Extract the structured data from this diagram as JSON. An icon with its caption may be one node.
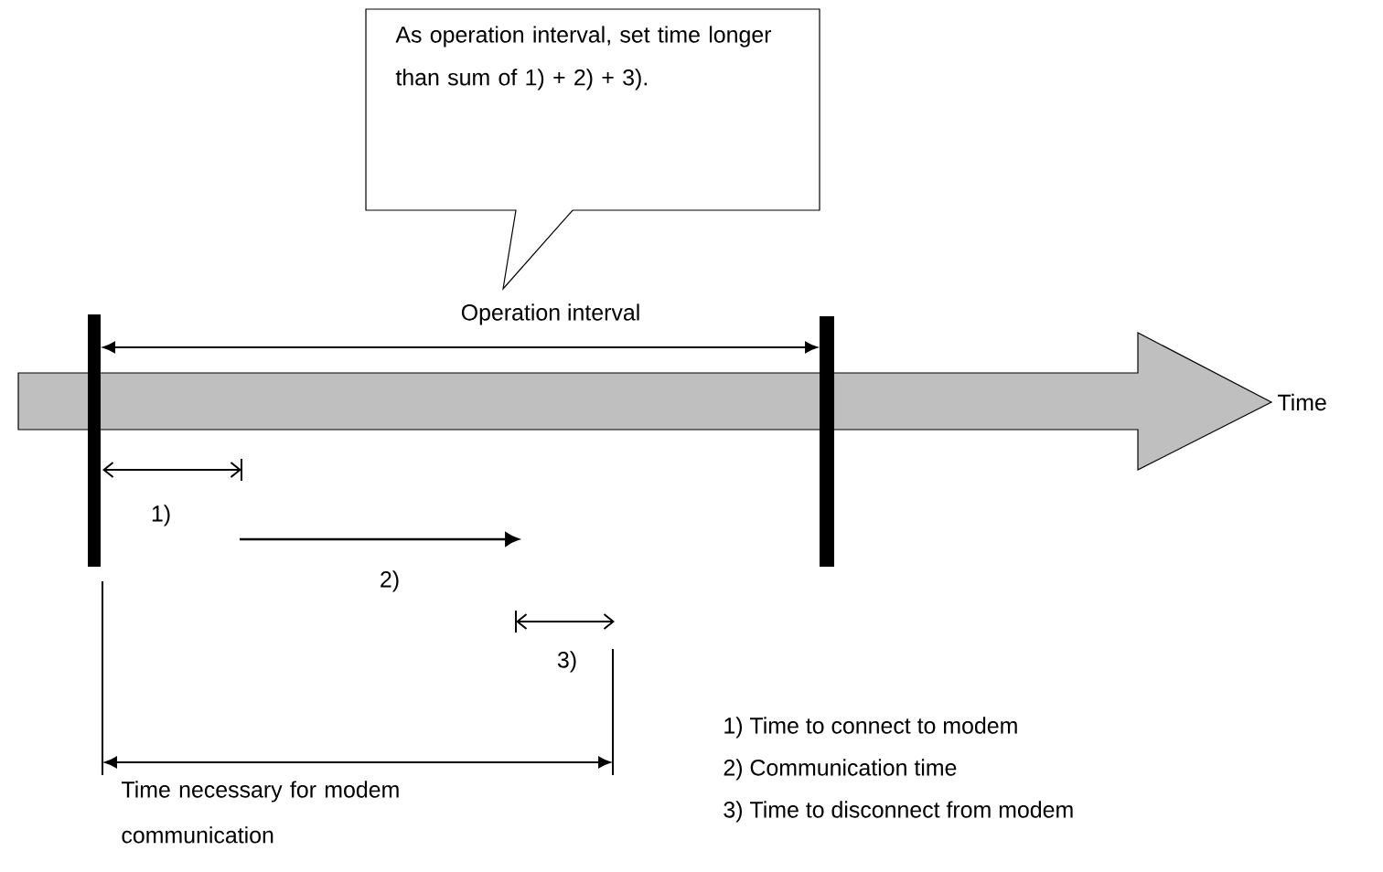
{
  "diagram": {
    "nodes": [
      {
        "text": [
          "As operation interval, set time longer than sum of 1) + 2) + 3)."
        ]
      }
    ],
    "labels": [
      "Operation interval",
      "Time",
      "1)",
      "2)",
      "3)",
      "1) Time to connect to modem",
      "2) Communication time",
      "3) Time to disconnect from modem",
      "Time necessary for modem communication"
    ]
  }
}
